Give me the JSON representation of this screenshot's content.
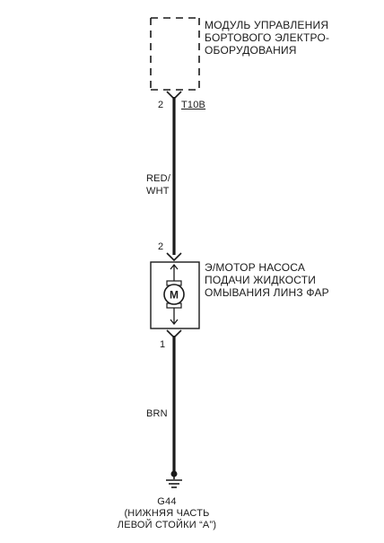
{
  "module": {
    "name_lines": [
      "МОДУЛЬ УПРАВЛЕНИЯ",
      "БОРТОВОГО ЭЛЕКТРО-",
      "ОБОРУДОВАНИЯ"
    ],
    "pin": "2",
    "connector": "T10B"
  },
  "wire_top": {
    "color_lines": [
      "RED/",
      "WHT"
    ]
  },
  "motor": {
    "name_lines": [
      "Э/МОТОР НАСОСА",
      "ПОДАЧИ ЖИДКОСТИ",
      "ОМЫВАНИЯ ЛИНЗ ФАР"
    ],
    "symbol": "M",
    "pin_top": "2",
    "pin_bottom": "1"
  },
  "wire_bottom": {
    "color": "BRN"
  },
  "ground": {
    "id": "G44",
    "location_lines": [
      "(НИЖНЯЯ ЧАСТЬ",
      "ЛЕВОЙ СТОЙКИ “А”)"
    ]
  },
  "colors": {
    "line": "#1a1a1a",
    "background": "#ffffff"
  }
}
